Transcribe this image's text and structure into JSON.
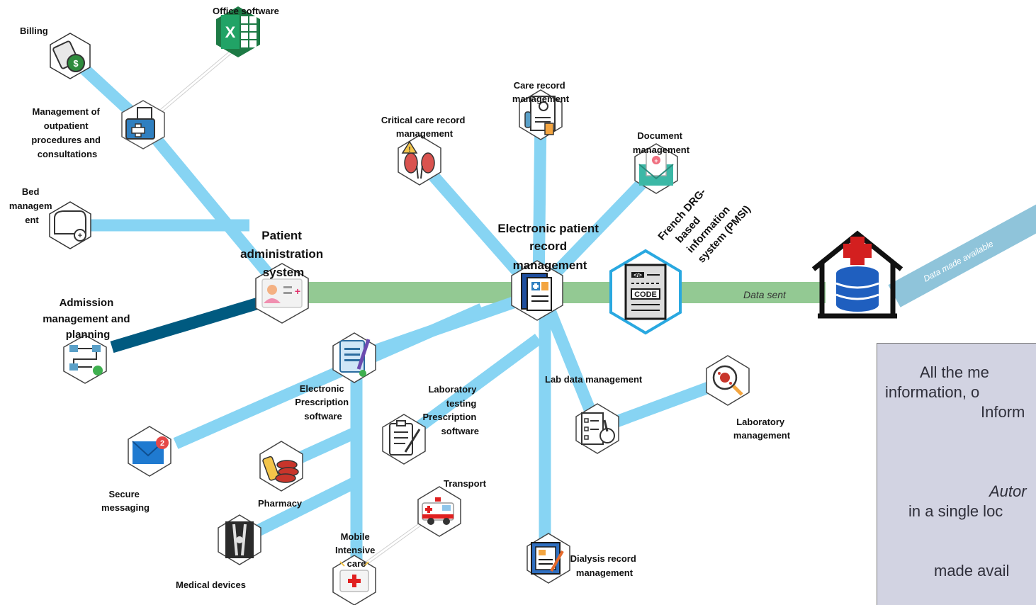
{
  "nodes": {
    "billing": "Billing",
    "office_software": "Office software",
    "outpatient": [
      "Management of",
      "outpatient",
      "procedures and",
      "consultations"
    ],
    "bed_management": [
      "Bed",
      "managem",
      "ent"
    ],
    "patient_admin": [
      "Patient",
      "administration",
      "system"
    ],
    "admission": [
      "Admission",
      "management and",
      "planning"
    ],
    "secure_messaging": [
      "Secure",
      "messaging"
    ],
    "pharmacy": "Pharmacy",
    "medical_devices": "Medical devices",
    "e_prescription": [
      "Electronic",
      "Prescription",
      "software"
    ],
    "lab_testing": [
      "Laboratory",
      "testing",
      "Prescription",
      "software"
    ],
    "mobile_icu": [
      "Mobile",
      "Intensive",
      "care"
    ],
    "transport": "Transport",
    "critical_care": [
      "Critical care record",
      "management"
    ],
    "care_record": [
      "Care record",
      "management"
    ],
    "document_mgmt": [
      "Document",
      "management"
    ],
    "epr": [
      "Electronic patient",
      "record",
      "management"
    ],
    "pmsi": [
      "French DRG-",
      "based",
      "information",
      "system (PMSI)"
    ],
    "lab_data": "Lab data management",
    "lab_mgmt": [
      "Laboratory",
      "management"
    ],
    "dialysis": [
      "Dialysis record",
      "management"
    ]
  },
  "flows": {
    "data_sent": "Data  sent",
    "data_available": "Data made available"
  },
  "icons": {
    "billing": "billing-icon",
    "office": "spreadsheet-icon",
    "outpatient": "outpatient-folder-icon",
    "bed": "bed-icon",
    "patient_admin": "patient-id-card-icon",
    "admission": "planning-workflow-icon",
    "messaging": "envelope-notification-icon",
    "pharmacy": "pills-icon",
    "devices": "xray-bones-icon",
    "eprescription": "prescription-notepad-icon",
    "labtesting": "clipboard-pen-icon",
    "mobileicu": "first-aid-kit-icon",
    "transport": "ambulance-icon",
    "critical": "kidneys-warning-icon",
    "care": "lab-report-icon",
    "document": "medical-mail-icon",
    "epr": "patient-record-icon",
    "pmsi": "code-document-icon",
    "labdata": "checklist-microscope-icon",
    "labmgmt": "virus-magnifier-icon",
    "dialysis": "report-pen-icon",
    "datawarehouse": "hospital-database-icon"
  },
  "textbox_lines": [
    "All the me",
    "information, o",
    "Inform",
    "Autor",
    "in a single loc",
    "made avail"
  ],
  "colors": {
    "light_blue_link": "#87d4f3",
    "green_flow": "#93c993",
    "dark_blue_link": "#005a80",
    "export_flow": "#8fc4da",
    "pmsi_outline": "#29a8e0",
    "warehouse_blue": "#1f5fbf",
    "warehouse_red": "#d31f1f",
    "textbox_bg": "#d2d3e2"
  }
}
